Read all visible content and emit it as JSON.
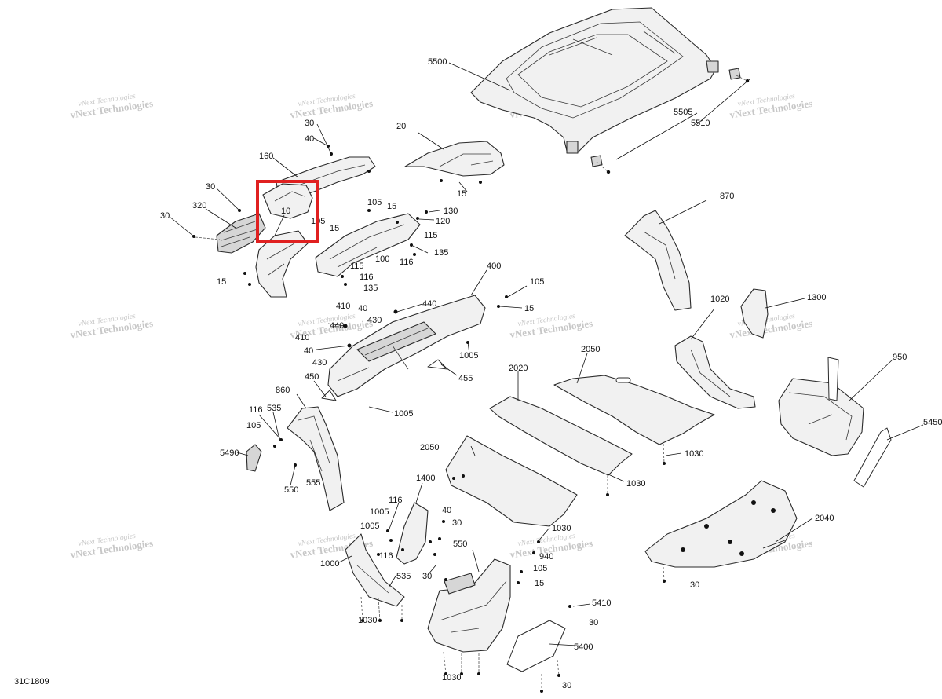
{
  "diagram": {
    "reference_code": "31C1809",
    "watermark": {
      "line1": "vNext Technologies",
      "line2": "vNext Technologies"
    },
    "callouts": [
      "5500",
      "5505",
      "5510",
      "20",
      "15",
      "30",
      "40",
      "160",
      "30",
      "320",
      "30",
      "10",
      "105",
      "105",
      "15",
      "130",
      "120",
      "15",
      "115",
      "116",
      "135",
      "100",
      "115",
      "116",
      "135",
      "15",
      "870",
      "400",
      "105",
      "15",
      "440",
      "410",
      "40",
      "430",
      "440",
      "410",
      "40",
      "430",
      "1005",
      "455",
      "1020",
      "1300",
      "2050",
      "2020",
      "950",
      "5450",
      "450",
      "860",
      "1005",
      "116",
      "535",
      "105",
      "5490",
      "550",
      "555",
      "2050",
      "1030",
      "1030",
      "1400",
      "116",
      "1005",
      "40",
      "30",
      "1005",
      "550",
      "1030",
      "940",
      "105",
      "15",
      "1000",
      "116",
      "535",
      "30",
      "1030",
      "5410",
      "30",
      "5400",
      "1030",
      "30",
      "2040",
      "30"
    ],
    "highlight_label": "selected part 10"
  }
}
